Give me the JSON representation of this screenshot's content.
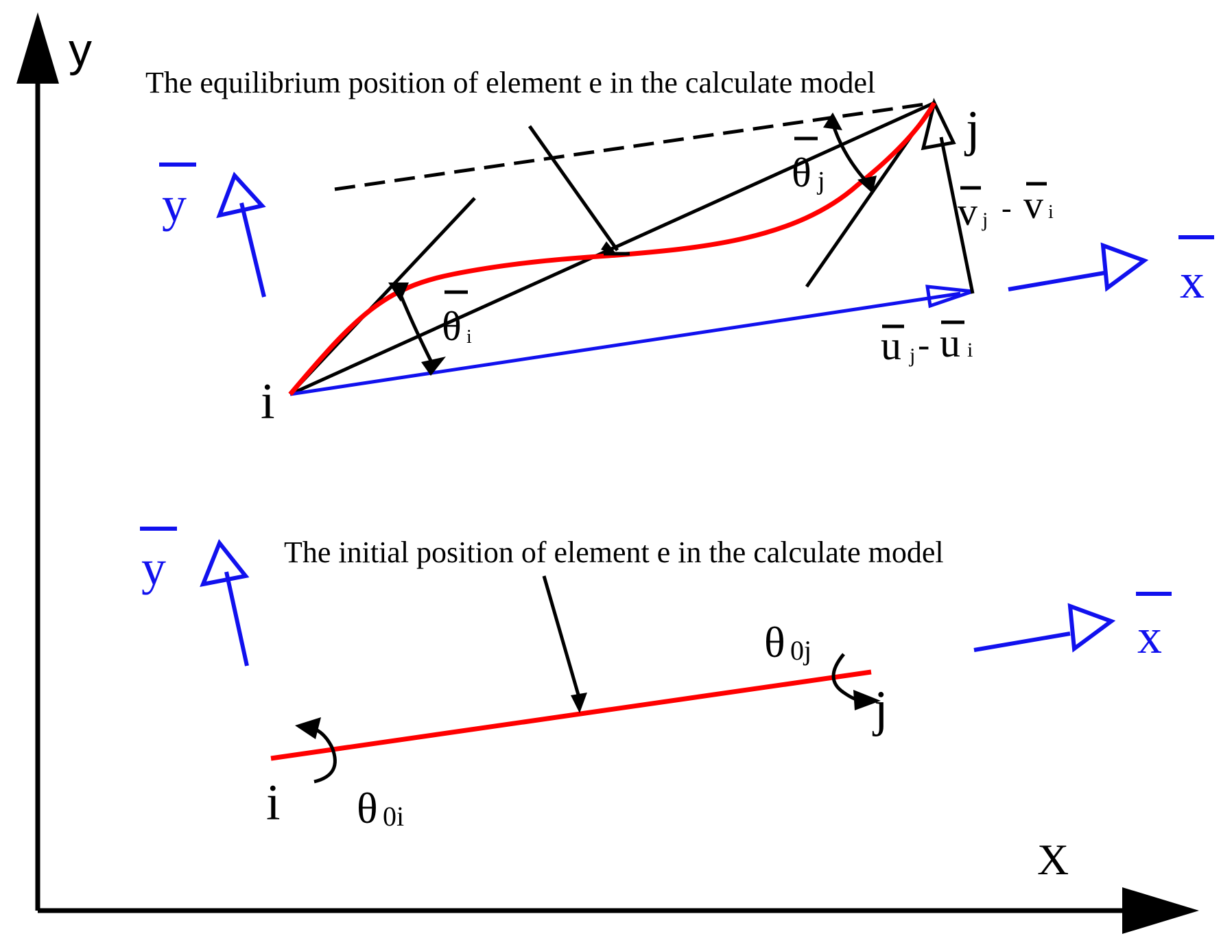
{
  "titles": {
    "equilibrium": "The equilibrium position of element e in the calculate model",
    "initial": "The  initial position of element e in the calculate model"
  },
  "global_axes": {
    "x": "X",
    "y": "y"
  },
  "local_axes": {
    "top": {
      "x": "x",
      "y": "y"
    },
    "bottom": {
      "x": "x",
      "y": "y"
    }
  },
  "equilibrium_labels": {
    "node_i": "i",
    "node_j": "j",
    "theta": "θ",
    "theta_i_sub": "i",
    "theta_j_sub": "j",
    "u_diff": {
      "u": "u",
      "j": "j",
      "sep": " -",
      "i": "i"
    },
    "v_diff": {
      "v": "v",
      "j": "j",
      "sep": " -",
      "i": "i"
    }
  },
  "initial_labels": {
    "node_i": "i",
    "node_j": "j",
    "theta": "θ",
    "theta_0i_sub": "0i",
    "theta_0j_sub": "0j"
  },
  "colors": {
    "axis": "#000000",
    "local_axis": "#1111ee",
    "element": "#ff0000",
    "chord": "#000000"
  }
}
